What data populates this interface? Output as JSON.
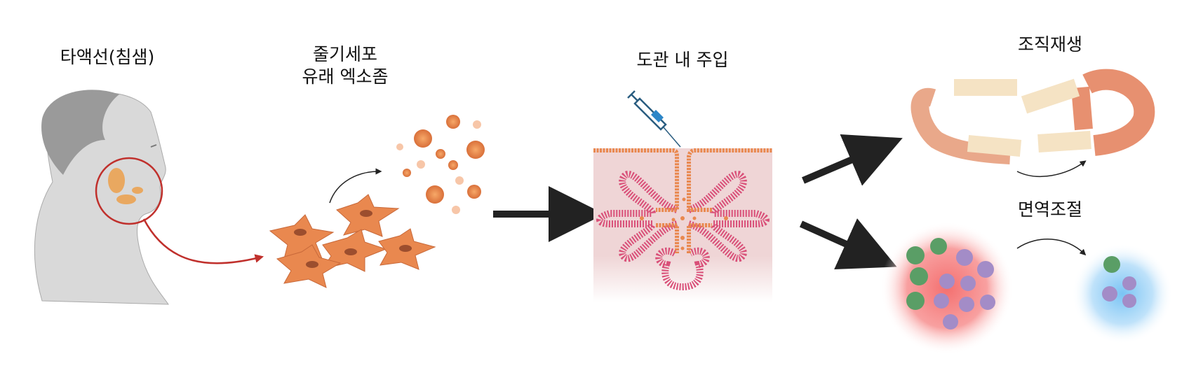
{
  "labels": {
    "salivary_gland": "타액선(침샘)",
    "exosome_line1": "줄기세포",
    "exosome_line2": "유래 엑소좀",
    "injection": "도관 내 주입",
    "regeneration": "조직재생",
    "immune": "면역조절"
  },
  "colors": {
    "orange": "#e9884f",
    "pink": "#d94f78",
    "tissue": "#efd5d6",
    "syringe": "#2c86c8",
    "arrow": "#222222",
    "red_arrow": "#c0302c",
    "green_cell": "#5a9e66",
    "purple_cell": "#a38cc7"
  }
}
